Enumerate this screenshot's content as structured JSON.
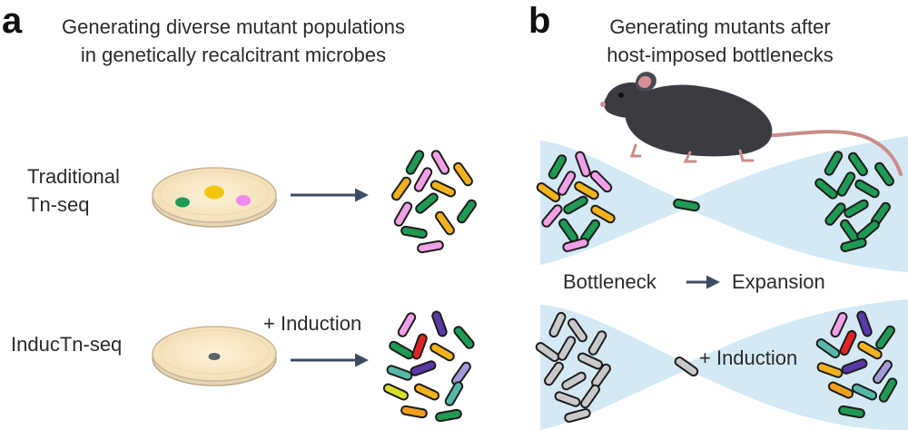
{
  "panel_a": {
    "letter": "a",
    "title_line1": "Generating diverse mutant populations",
    "title_line2": "in genetically recalcitrant microbes",
    "row1_label_line1": "Traditional",
    "row1_label_line2": "Tn-seq",
    "row2_label": "InducTn-seq",
    "row2_arrow_label": "+ Induction"
  },
  "panel_b": {
    "letter": "b",
    "title_line1": "Generating mutants after",
    "title_line2": "host-imposed bottlenecks",
    "bottleneck_label": "Bottleneck",
    "expansion_label": "Expansion",
    "induction_label": "+ Induction"
  },
  "colors": {
    "green": "#1f9a55",
    "yellow": "#f2b21b",
    "pink": "#f0a0e6",
    "red": "#e02424",
    "purple": "#5a3aa8",
    "lavender": "#a59ad9",
    "teal": "#58b8a8",
    "lime": "#d9e02a",
    "orange": "#f0a01a",
    "grey": "#c9c9c9",
    "light_blue": "#cfe6f2",
    "arrow": "#3e4c63",
    "dish_fill": "#f7e8c4",
    "dish_rim": "#c8b69a"
  }
}
